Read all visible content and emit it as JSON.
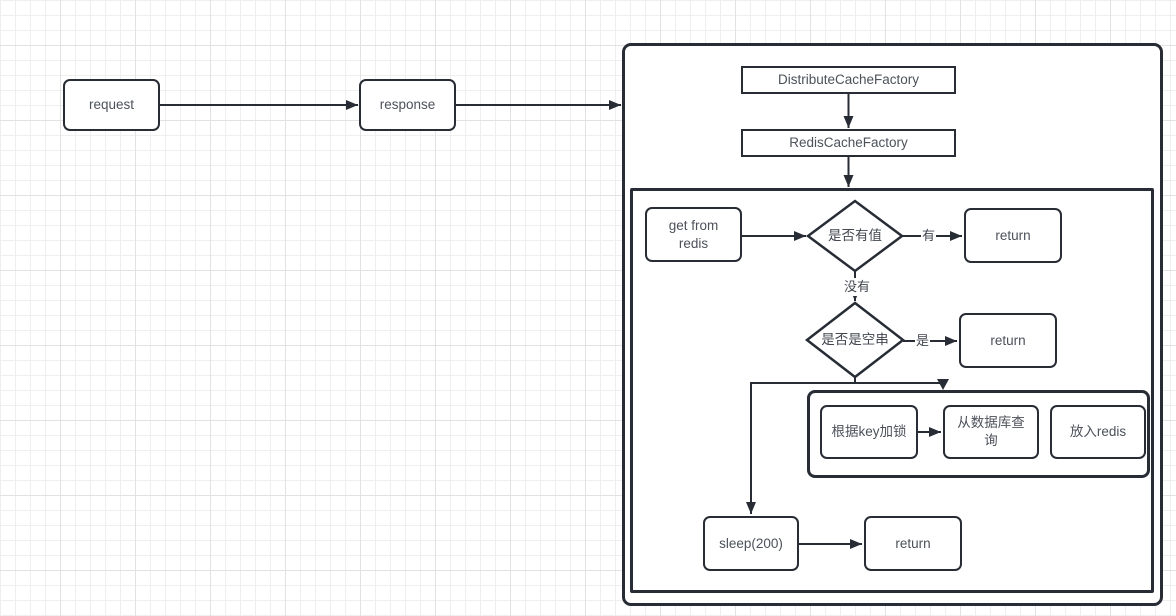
{
  "diagram": {
    "title_hint": "distributed cache flow chart",
    "colors": {
      "stroke": "#272c35",
      "text": "#4c515a",
      "background": "#ffffff",
      "grid_minor": "#efefef",
      "grid_major": "#e2e2e2",
      "node_fill": "#ffffff"
    },
    "nodes": {
      "request": "request",
      "response": "response",
      "distribute_cache_factory": "DistributeCacheFactory",
      "redis_cache_factory": "RedisCacheFactory",
      "get_from_redis": "get from\nredis",
      "has_value_decision": "是否有值",
      "return_has_value": "return",
      "is_empty_decision": "是否是空串",
      "return_empty": "return",
      "lock_by_key": "根据key加锁",
      "query_database": "从数据库查\n询",
      "put_into_redis": "放入redis",
      "sleep": "sleep(200)",
      "return_after_sleep": "return"
    },
    "edge_labels": {
      "has_value_yes": "有",
      "has_value_no": "没有",
      "is_empty_yes": "是"
    }
  }
}
